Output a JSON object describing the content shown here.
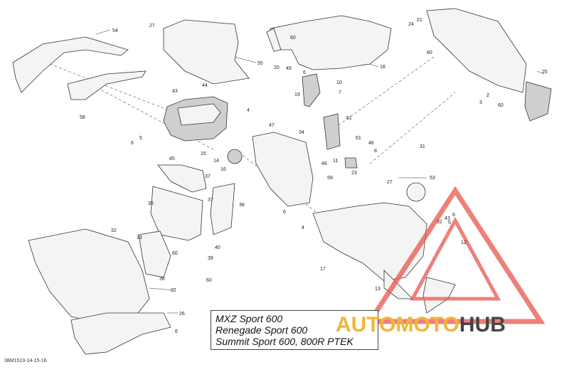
{
  "models": [
    "MXZ Sport 600",
    "Renegade Sport 600",
    "Summit Sport 600, 800R PTEK"
  ],
  "reference_code": "38M1513-14-15-16",
  "watermark": {
    "part1": "AUTOMOTO",
    "part2": "HUB",
    "color_accent": "#f0b63a",
    "color_dark": "#444444",
    "triangle_color": "#e8554e"
  },
  "callouts": [
    "54",
    "27",
    "55",
    "60",
    "20",
    "49",
    "6",
    "18",
    "21",
    "24",
    "60",
    "25",
    "58",
    "43",
    "44",
    "4",
    "10",
    "19",
    "7",
    "2",
    "3",
    "60",
    "6",
    "5",
    "43",
    "47",
    "34",
    "61",
    "61",
    "45",
    "15",
    "14",
    "16",
    "11",
    "23",
    "46",
    "8",
    "48",
    "59",
    "37",
    "37",
    "38",
    "35",
    "32",
    "33",
    "40",
    "60",
    "36",
    "22",
    "39",
    "60",
    "26",
    "6",
    "27",
    "53",
    "6",
    "4",
    "17",
    "13",
    "12",
    "32",
    "43",
    "6",
    "5",
    "31"
  ]
}
